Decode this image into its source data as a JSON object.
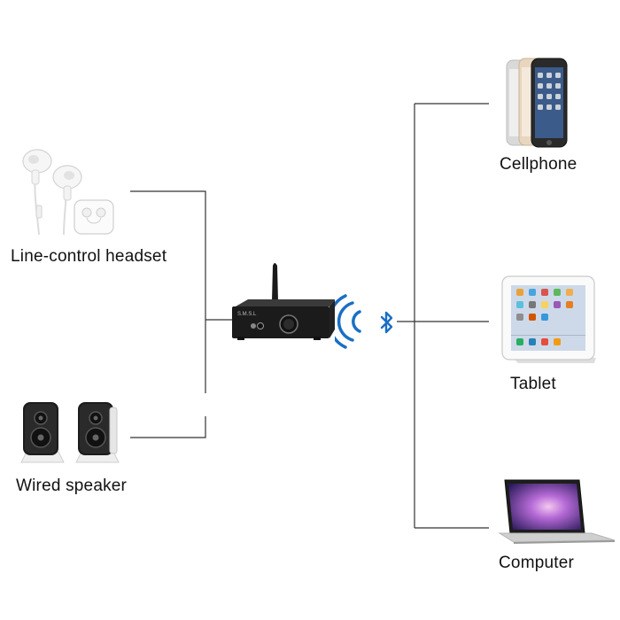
{
  "labels": {
    "headset": "Line-control headset",
    "speaker": "Wired speaker",
    "cellphone": "Cellphone",
    "tablet": "Tablet",
    "computer": "Computer"
  },
  "device": {
    "brand": "S.M.S.L"
  },
  "icons": {
    "headset": "earphones-icon",
    "speaker": "speaker-icon",
    "amplifier": "amplifier-icon",
    "wireless": "wireless-waves-icon",
    "bluetooth": "bluetooth-icon",
    "cellphone": "smartphone-icon",
    "tablet": "tablet-icon",
    "computer": "laptop-icon"
  },
  "colors": {
    "wire": "#333333",
    "bluetooth": "#1a6fc4",
    "device_body": "#1b1b1b"
  }
}
